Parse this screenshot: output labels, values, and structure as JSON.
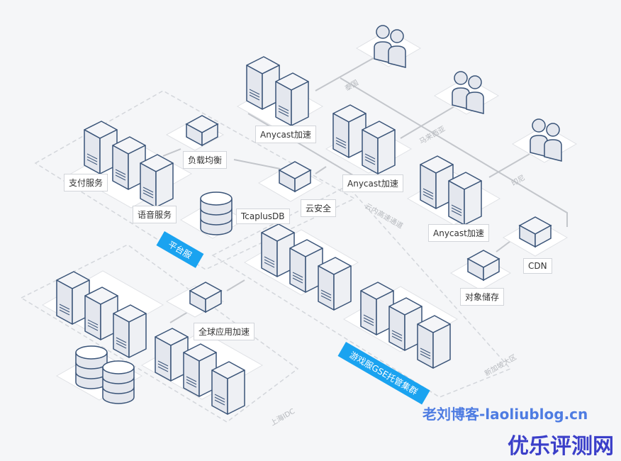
{
  "labels": {
    "anycast_1": "Anycast加速",
    "anycast_2": "Anycast加速",
    "anycast_3": "Anycast加速",
    "load_balancer": "负载均衡",
    "payment": "支付服务",
    "voice": "语音服务",
    "tcaplusdb": "TcaplusDB",
    "cloud_security": "云安全",
    "cdn": "CDN",
    "object_storage": "对象储存",
    "global_acceleration": "全球应用加速"
  },
  "routes": {
    "thailand": "泰国",
    "malaysia": "马来西亚",
    "indonesia": "印尼",
    "cloud_channel": "云内高速通道"
  },
  "zones": {
    "singapore": "新加坡大区",
    "shanghai": "上海IDC"
  },
  "banners": {
    "platform": "平台服",
    "game_cluster": "游戏服GSE托管集群"
  },
  "watermarks": {
    "blog": "老刘博客-laoliublog.cn",
    "site": "优乐评测网"
  },
  "colors": {
    "accent": "#1aa3f0",
    "stroke": "#3a5478",
    "face": "#e4e7ee",
    "bg": "#f5f6f8"
  }
}
